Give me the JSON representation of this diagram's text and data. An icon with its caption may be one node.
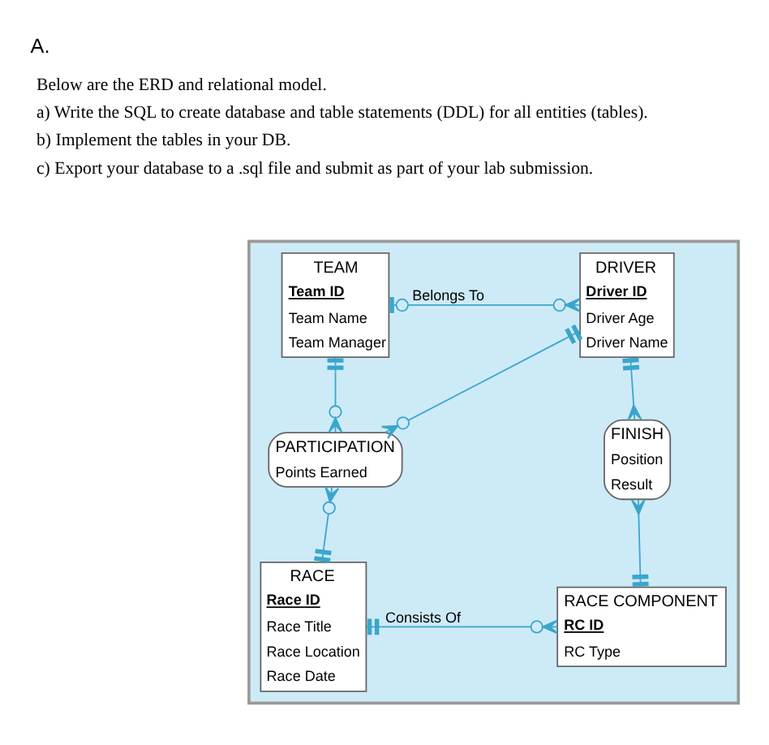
{
  "diagram": {
    "title": "A.",
    "nodes": [
      {
        "text": [],
        "shape": "box"
      },
      {
        "text": [
          "TEAM",
          "Team ID",
          "Team Name",
          "Team Manager"
        ],
        "in": 0
      },
      {
        "text": [
          "DRIVER",
          "Driver ID",
          "Driver Age",
          "Driver Name"
        ],
        "in": 0
      },
      {
        "text": [
          "PARTICIPATION",
          "Points Earned"
        ],
        "in": 0
      },
      {
        "text": [
          "FINISH",
          "Position",
          "Result"
        ],
        "in": 0
      },
      {
        "text": [
          "RACE",
          "Race ID",
          "Race Title",
          "Race Location",
          "Race Date"
        ],
        "in": 0
      },
      {
        "text": [
          "RACE COMPONENT",
          "RC ID",
          "RC Type"
        ],
        "in": 0
      }
    ],
    "edges": [
      {
        "from": 1,
        "to": 2,
        "arrow": "other",
        "label": "Belongs To"
      },
      {
        "from": 1,
        "to": 3,
        "arrow": "other"
      },
      {
        "from": 2,
        "to": 3,
        "arrow": "other"
      },
      {
        "from": 2,
        "to": 4,
        "arrow": "other"
      },
      {
        "from": 3,
        "to": 5,
        "arrow": "other"
      },
      {
        "from": 4,
        "to": 6,
        "arrow": "other"
      },
      {
        "from": 5,
        "to": 6,
        "arrow": "other",
        "label": "Consists Of"
      }
    ],
    "labels": [
      "Below are the ERD and relational model.",
      "a) Write the SQL to create database and table statements (DDL) for all entities (tables).",
      "b) Implement the tables in your DB.",
      "c) Export your database to a .sql file and submit as part of your lab submission."
    ]
  }
}
